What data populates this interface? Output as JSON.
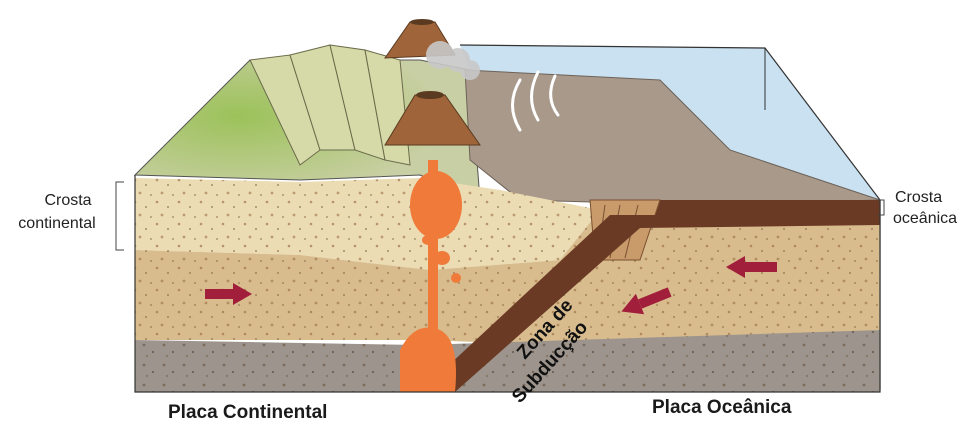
{
  "labels": {
    "crosta_continental_1": "Crosta",
    "crosta_continental_2": "continental",
    "crosta_oceanica_1": "Crosta",
    "crosta_oceanica_2": "oceânica",
    "zona_1": "Zona de",
    "zona_2": "Subducção",
    "placa_continental": "Placa Continental",
    "placa_oceanica": "Placa Oceânica"
  },
  "colors": {
    "crust_light": "#ecdcb4",
    "mantle": "#d8bc8e",
    "deep_mantle": "#9d958d",
    "slab": "#6b3a24",
    "magma": "#f07a3a",
    "arrow": "#a11f3a",
    "ocean": "#bfdcef",
    "vegetation": "#9cc25a"
  }
}
